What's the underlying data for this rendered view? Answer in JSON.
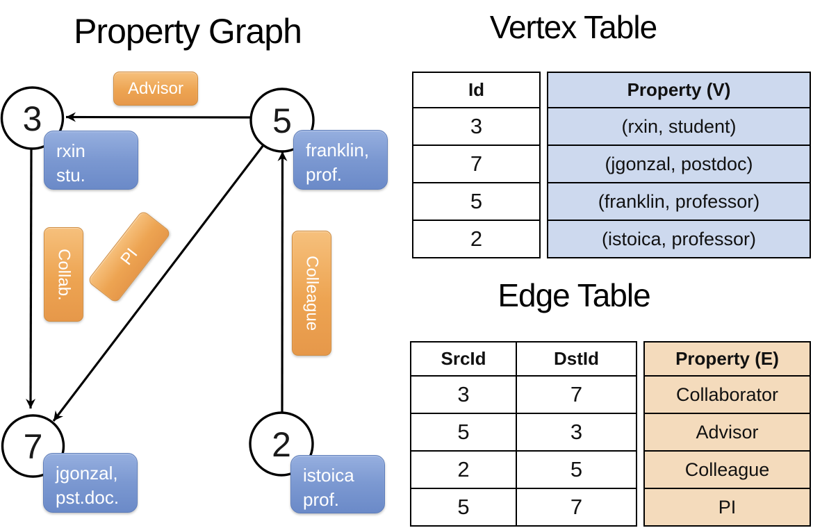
{
  "graph": {
    "title": "Property Graph",
    "nodes": [
      {
        "id": "3",
        "lines": [
          "rxin",
          "stu."
        ]
      },
      {
        "id": "5",
        "lines": [
          "franklin,",
          "prof."
        ]
      },
      {
        "id": "7",
        "lines": [
          "jgonzal,",
          "pst.doc."
        ]
      },
      {
        "id": "2",
        "lines": [
          "istoica",
          "prof."
        ]
      }
    ],
    "edge_labels": {
      "advisor": "Advisor",
      "collab": "Collab.",
      "pi": "PI",
      "colleague": "Colleague"
    }
  },
  "vertex_table": {
    "title": "Vertex Table",
    "columns": [
      "Id",
      "Property (V)"
    ],
    "rows": [
      {
        "id": "3",
        "property": "(rxin, student)"
      },
      {
        "id": "7",
        "property": "(jgonzal, postdoc)"
      },
      {
        "id": "5",
        "property": "(franklin, professor)"
      },
      {
        "id": "2",
        "property": "(istoica, professor)"
      }
    ]
  },
  "edge_table": {
    "title": "Edge Table",
    "columns": [
      "SrcId",
      "DstId",
      "Property (E)"
    ],
    "rows": [
      {
        "src": "3",
        "dst": "7",
        "property": "Collaborator"
      },
      {
        "src": "5",
        "dst": "3",
        "property": "Advisor"
      },
      {
        "src": "2",
        "dst": "5",
        "property": "Colleague"
      },
      {
        "src": "5",
        "dst": "7",
        "property": "PI"
      }
    ]
  },
  "colors": {
    "edge_label_fill": "#EDA452",
    "node_property_fill": "#7E9CD4",
    "vertex_property_bg": "#CDD9EE",
    "edge_property_bg": "#F4DBBC",
    "line_color": "#000000"
  }
}
